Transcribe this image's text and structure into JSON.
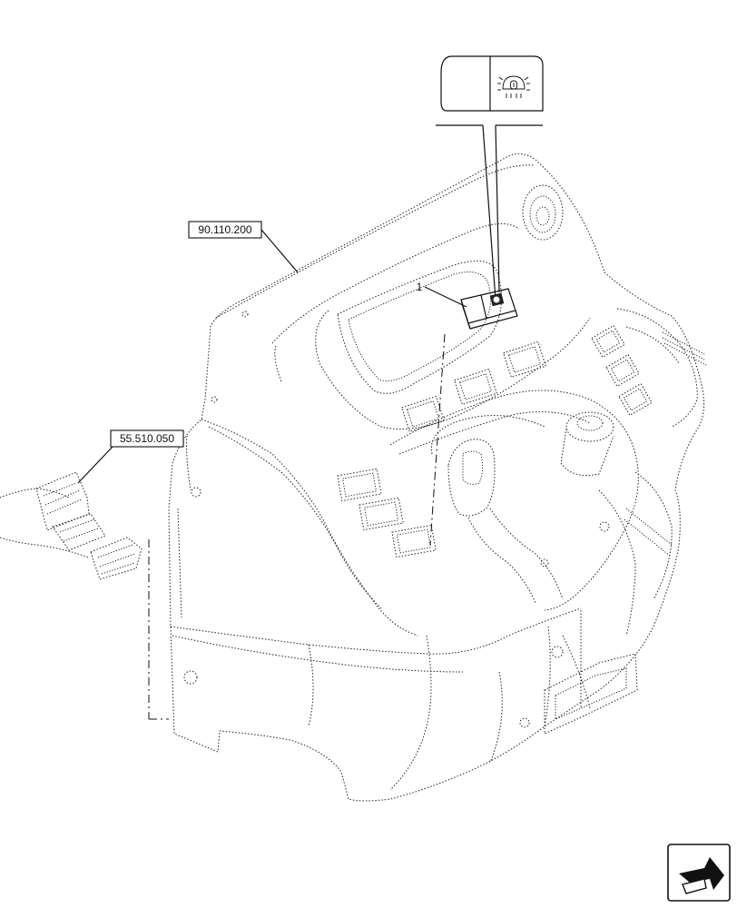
{
  "callouts": {
    "ref_upper": "90.110.200",
    "ref_left": "55.510.050",
    "item_number": "1"
  },
  "icons": {
    "switch_symbol": "work-light-icon",
    "navigation": "next-page-arrow-icon"
  }
}
